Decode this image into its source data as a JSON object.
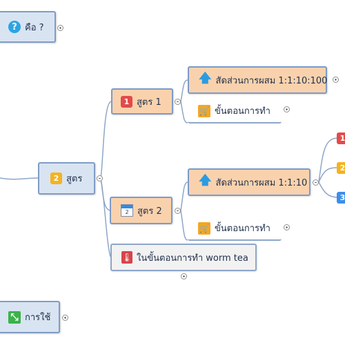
{
  "nodes": {
    "what": "คือ ?",
    "usage": "การใช้",
    "formula": "สูตร",
    "formula1": "สูตร 1",
    "formula2": "สูตร 2",
    "mix1": "สัดส่วนการผสม 1:1:10:100",
    "steps1": "ขั้นตอนการทำ",
    "mix2": "สัดส่วนการผสม 1:1:10",
    "steps2": "ขั้นตอนการทำ",
    "wormtea": "ในขั้นตอนการทำ worm tea"
  },
  "badges": {
    "formula": "2",
    "formula1": "1",
    "calendar_day": "2",
    "edge_top": "1",
    "edge_mid": "2",
    "edge_bottom": "3"
  },
  "icons": {
    "what": "question-icon",
    "usage": "resize-arrows-icon",
    "formula1": "number-one-icon",
    "formula2": "calendar-icon",
    "mix1": "arrow-up-icon",
    "steps1": "cart-icon",
    "mix2": "arrow-up-icon",
    "steps2": "cart-icon",
    "wormtea": "thermometer-icon"
  },
  "colors": {
    "blue_node": "#d9e4f2",
    "peach_node": "#f9d2ad",
    "gray_node": "#f2f2f2",
    "line": "#8ea6c9",
    "badge_red": "#e24b4b",
    "badge_orange": "#f4b31f",
    "badge_blue": "#3d8ee8"
  }
}
